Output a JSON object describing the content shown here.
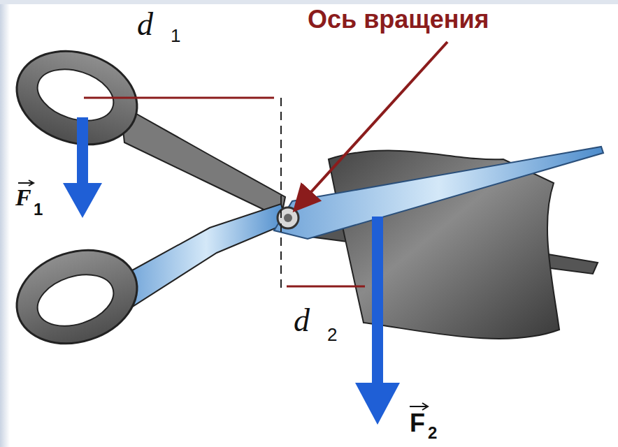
{
  "diagram": {
    "labels": [
      "Ось вращения",
      "d",
      "1",
      "F",
      "1",
      "d",
      "2",
      "F",
      "2"
    ]
  }
}
